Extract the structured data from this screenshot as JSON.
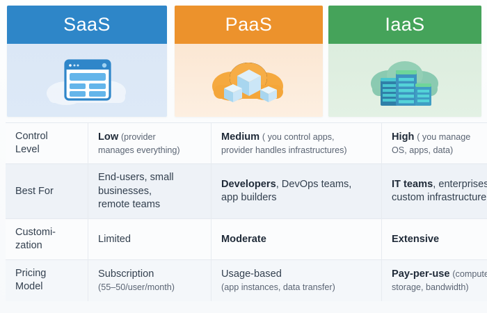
{
  "cards": [
    {
      "id": "saas",
      "title": "SaaS",
      "header_color": "#2e86c8",
      "body_color": "#dbe7f6",
      "icon": "browser-dashboard-cloud-icon"
    },
    {
      "id": "paas",
      "title": "PaaS",
      "header_color": "#ec922c",
      "body_color": "#fbe7d3",
      "icon": "cloud-with-cubes-icon"
    },
    {
      "id": "iaas",
      "title": "IaaS",
      "header_color": "#45a35a",
      "body_color": "#dcedde",
      "icon": "cloud-with-server-racks-icon"
    }
  ],
  "table": {
    "rows": [
      {
        "label": "Control Level",
        "label_lines": [
          "Control",
          "Level"
        ],
        "saas": {
          "strong": "Low",
          "sub": "(provider manages everything)"
        },
        "paas": {
          "strong": "Medium",
          "sub": "( you control apps, provider handles infrastructures)"
        },
        "iaas": {
          "strong": "High",
          "sub": "( you manage OS, apps, data)"
        }
      },
      {
        "label": "Best For",
        "label_lines": [
          "Best For"
        ],
        "saas": {
          "strong": "",
          "sub": "End-users, small businesses, remote teams"
        },
        "paas": {
          "strong": "Developers",
          "sub": ", DevOps teams, app builders"
        },
        "iaas": {
          "strong": "IT teams",
          "sub": ", enterprises, custom infrastructure needs"
        }
      },
      {
        "label": "Customization",
        "label_lines": [
          "Customi-",
          "zation"
        ],
        "saas": {
          "strong": "",
          "sub": "Limited"
        },
        "paas": {
          "strong": "Moderate",
          "sub": ""
        },
        "iaas": {
          "strong": "Extensive",
          "sub": ""
        }
      },
      {
        "label": "Pricing Model",
        "label_lines": [
          "Pricing",
          "Model"
        ],
        "saas": {
          "strong": "",
          "sub": "Subscription (55–50/user/month)"
        },
        "paas": {
          "strong": "",
          "sub": "Usage-based (app instances, data transfer)"
        },
        "iaas": {
          "strong": "Pay-per-use",
          "sub": "(compute hours, storage, bandwidth)"
        }
      }
    ],
    "cells": {
      "r0_saas_strong": "Low",
      "r0_saas_sub1": "(provider",
      "r0_saas_sub2": "manages everything)",
      "r0_paas_strong": "Medium",
      "r0_paas_sub1": "( you control apps,",
      "r0_paas_sub2": "provider handles infrastructures)",
      "r0_iaas_strong": "High",
      "r0_iaas_sub1": "( you manage",
      "r0_iaas_sub2": "OS, apps, data)",
      "r1_saas_l1": "End-users, small",
      "r1_saas_l2": "businesses,",
      "r1_saas_l3": "remote teams",
      "r1_paas_strong": "Developers",
      "r1_paas_rest": ", DevOps teams,",
      "r1_paas_l2": "app builders",
      "r1_iaas_strong": "IT teams",
      "r1_iaas_rest": ", enterprises,",
      "r1_iaas_l2": "custom infrastructure needs",
      "r2_saas": "Limited",
      "r2_paas": "Moderate",
      "r2_iaas": "Extensive",
      "r3_saas_l1": "Subscription",
      "r3_saas_l2": "(55–50/user/month)",
      "r3_paas_l1": "Usage-based",
      "r3_paas_l2": "(app instances, data transfer)",
      "r3_iaas_strong": "Pay-per-use",
      "r3_iaas_rest": "(compute hours,",
      "r3_iaas_l2": "storage, bandwidth)"
    },
    "labels": {
      "r0_l1": "Control",
      "r0_l2": "Level",
      "r1_l1": "Best For",
      "r1_l2": "",
      "r2_l1": "Customi-",
      "r2_l2": "zation",
      "r3_l1": "Pricing",
      "r3_l2": "Model"
    }
  }
}
